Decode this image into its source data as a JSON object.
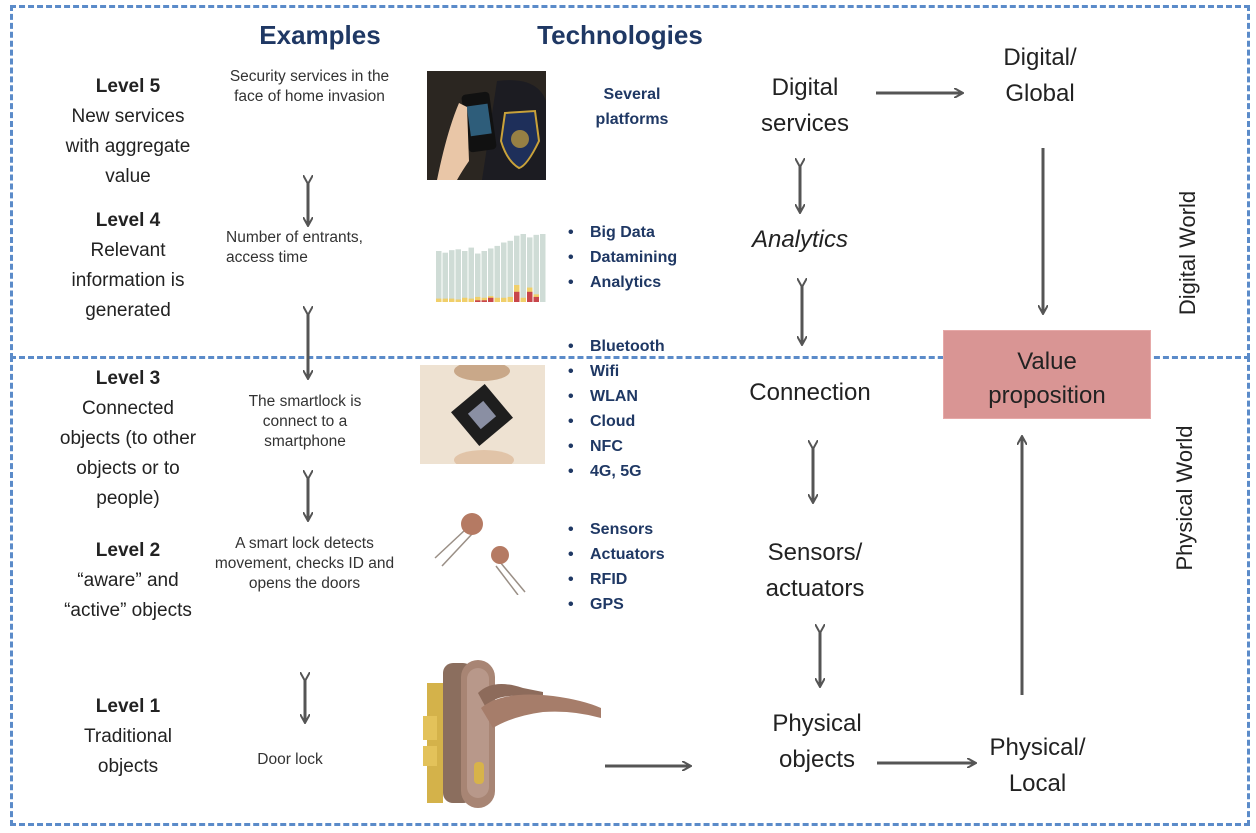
{
  "headers": {
    "examples": "Examples",
    "technologies": "Technologies"
  },
  "levels": [
    {
      "title": "Level 5",
      "desc": "New services with aggregate value"
    },
    {
      "title": "Level 4",
      "desc": "Relevant information is generated"
    },
    {
      "title": "Level 3",
      "desc": "Connected objects (to other objects or to people)"
    },
    {
      "title": "Level 2",
      "desc": "“aware” and “active” objects"
    },
    {
      "title": "Level 1",
      "desc": "Traditional objects"
    }
  ],
  "examples": [
    "Security services in the face of home invasion",
    "Number of entrants, access time",
    "The smartlock is connect to a smartphone",
    "A smart lock detects movement, checks ID and opens the doors",
    "Door lock"
  ],
  "technologies": {
    "level5": "Several platforms",
    "level4": [
      "Big Data",
      "Datamining",
      "Analytics"
    ],
    "level3": [
      "Bluetooth",
      "Wifi",
      "WLAN",
      "Cloud",
      "NFC",
      "4G, 5G"
    ],
    "level2": [
      "Sensors",
      "Actuators",
      "RFID",
      "GPS"
    ]
  },
  "images": {
    "level5": "police-officer-smartphone-photo",
    "level4": "stacked-bar-chart-thumbnail",
    "level3": "chip-between-fingers-photo",
    "level2": "photoresistor-sensors-photo",
    "level1": "door-lock-handle-photo"
  },
  "stages": {
    "digital_services": "Digital services",
    "analytics": "Analytics",
    "connection": "Connection",
    "sensors_actuators": "Sensors/ actuators",
    "physical_objects": "Physical objects"
  },
  "scope": {
    "digital_global": "Digital/ Global",
    "physical_local": "Physical/ Local"
  },
  "value_proposition": "Value proposition",
  "worlds": {
    "digital": "Digital World",
    "physical": "Physical World"
  },
  "colors": {
    "dash_border": "#5b8bc9",
    "heading": "#1f3864",
    "value_box": "#d99594",
    "arrow": "#555555"
  }
}
